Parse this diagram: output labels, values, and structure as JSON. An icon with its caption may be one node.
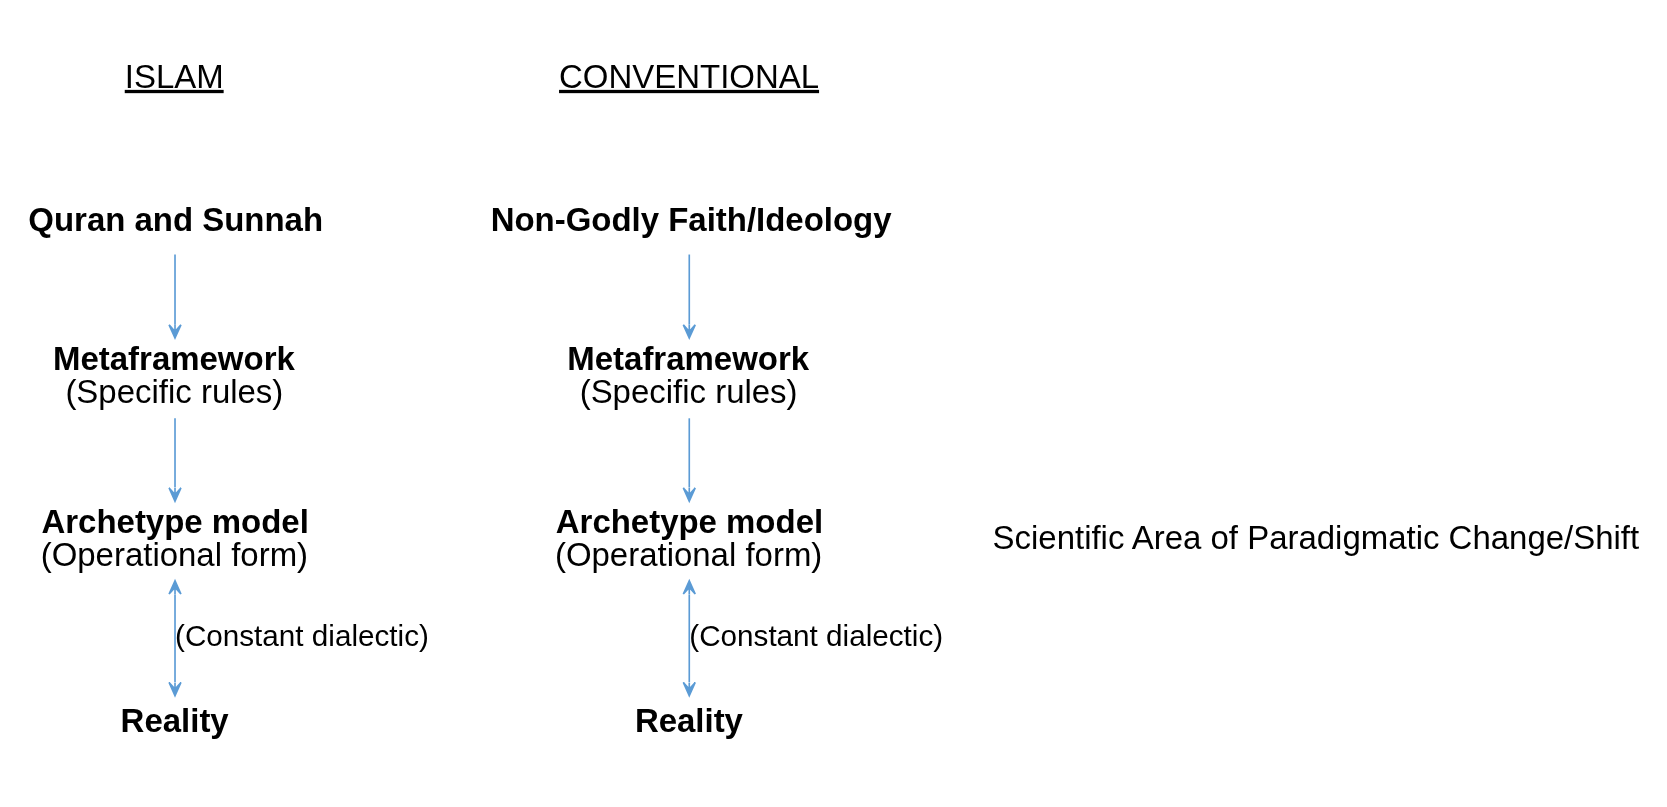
{
  "diagram": {
    "nodes": [
      {
        "text": [
          "Quran and Sunnah"
        ]
      },
      {
        "text": [
          "Metaframework",
          "(Specific rules)"
        ]
      },
      {
        "text": [
          "Archetype model",
          "(Operational form)"
        ]
      },
      {
        "text": [
          "Reality"
        ]
      },
      {
        "text": [
          "Non-Godly Faith/Ideology"
        ]
      },
      {
        "text": [
          "Metaframework",
          "(Specific rules)"
        ]
      },
      {
        "text": [
          "Archetype model",
          "(Operational form)"
        ]
      },
      {
        "text": [
          "Reality"
        ]
      },
      {
        "text": [
          "Scientific Area of Paradigmatic Change/Shift"
        ]
      }
    ],
    "edges": [
      {
        "from": 0,
        "to": 1,
        "arrow": "to"
      },
      {
        "from": 1,
        "to": 2,
        "arrow": "to"
      },
      {
        "from": 2,
        "to": 3,
        "arrow": "both",
        "label": "(Constant dialectic)"
      },
      {
        "from": 4,
        "to": 5,
        "arrow": "to"
      },
      {
        "from": 5,
        "to": 6,
        "arrow": "to"
      },
      {
        "from": 6,
        "to": 7,
        "arrow": "both",
        "label": "(Constant dialectic)"
      }
    ],
    "labels": [
      "ISLAM",
      "CONVENTIONAL"
    ]
  }
}
